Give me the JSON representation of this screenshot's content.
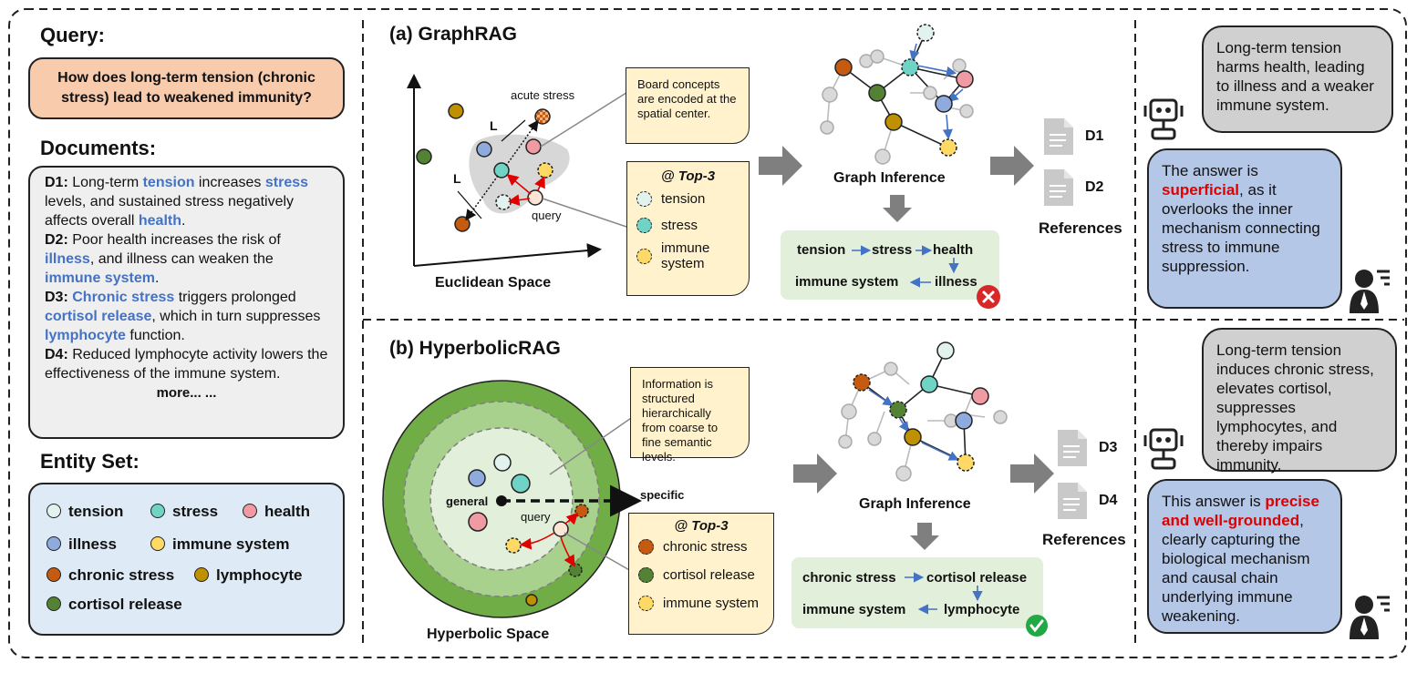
{
  "query": {
    "heading": "Query:",
    "text": "How does long-term tension (chronic stress) lead to weakened immunity?"
  },
  "documents": {
    "heading": "Documents:",
    "more": "more... ...",
    "items": [
      {
        "id": "D1:",
        "parts": [
          " Long-term ",
          "tension",
          " increases ",
          "stress",
          " levels, and sustained stress negatively affects overall ",
          "health",
          "."
        ]
      },
      {
        "id": "D2:",
        "parts": [
          " Poor health increases the risk of ",
          "illness",
          ", and illness can weaken the ",
          "immune system",
          "."
        ]
      },
      {
        "id": "D3:",
        "parts": [
          " ",
          "Chronic stress",
          " triggers prolonged ",
          "cortisol release",
          ", which in turn suppresses ",
          "lymphocyte",
          " function."
        ]
      },
      {
        "id": "D4:",
        "parts": [
          " Reduced lymphocyte activity lowers the effectiveness of the immune system."
        ]
      }
    ]
  },
  "entity_set": {
    "heading": "Entity Set:",
    "items": [
      {
        "label": "tension",
        "color": "#e2f3ef"
      },
      {
        "label": "stress",
        "color": "#6fd3c5"
      },
      {
        "label": "health",
        "color": "#f09aa3"
      },
      {
        "label": "illness",
        "color": "#8faadc"
      },
      {
        "label": "immune system",
        "color": "#ffd966"
      },
      {
        "label": "chronic stress",
        "color": "#c55a11"
      },
      {
        "label": "lymphocyte",
        "color": "#bf9000"
      },
      {
        "label": "cortisol release",
        "color": "#548235"
      }
    ]
  },
  "graphrag": {
    "title": "(a) GraphRAG",
    "space_label": "Euclidean Space",
    "acute": "acute stress",
    "query": "query",
    "L": "L",
    "note": "Board concepts are encoded at the spatial center.",
    "top3_title": "@ Top-3",
    "top3": [
      "tension",
      "stress",
      "immune system"
    ],
    "graph_label": "Graph Inference",
    "chain": {
      "a": "tension",
      "b": "stress",
      "c": "health",
      "d": "immune system",
      "e": "illness"
    },
    "refs": [
      "D1",
      "D2"
    ],
    "refs_label": "References",
    "llm_answer": "Long-term tension harms health, leading to illness and a weaker immune system.",
    "eval": {
      "pre": "The answer is ",
      "key": "superficial",
      "post": ", as it overlooks the inner mechanism connecting stress to immune suppression."
    }
  },
  "hyperbolicrag": {
    "title": "(b) HyperbolicRAG",
    "space_label": "Hyperbolic Space",
    "general": "general",
    "specific": "specific",
    "query": "query",
    "note": "Information is structured hierarchically from coarse to fine semantic levels.",
    "top3_title": "@ Top-3",
    "top3": [
      "chronic stress",
      "cortisol release",
      "immune system"
    ],
    "graph_label": "Graph Inference",
    "chain": {
      "a": "chronic stress",
      "b": "cortisol release",
      "c": "immune system",
      "d": "lymphocyte"
    },
    "refs": [
      "D3",
      "D4"
    ],
    "refs_label": "References",
    "llm_answer": "Long-term tension induces chronic stress, elevates cortisol, suppresses lymphocytes, and thereby impairs immunity.",
    "eval": {
      "pre": "This answer is ",
      "key": "precise and well-grounded",
      "post": ", clearly capturing the biological mechanism and causal chain underlying immune weakening."
    }
  }
}
